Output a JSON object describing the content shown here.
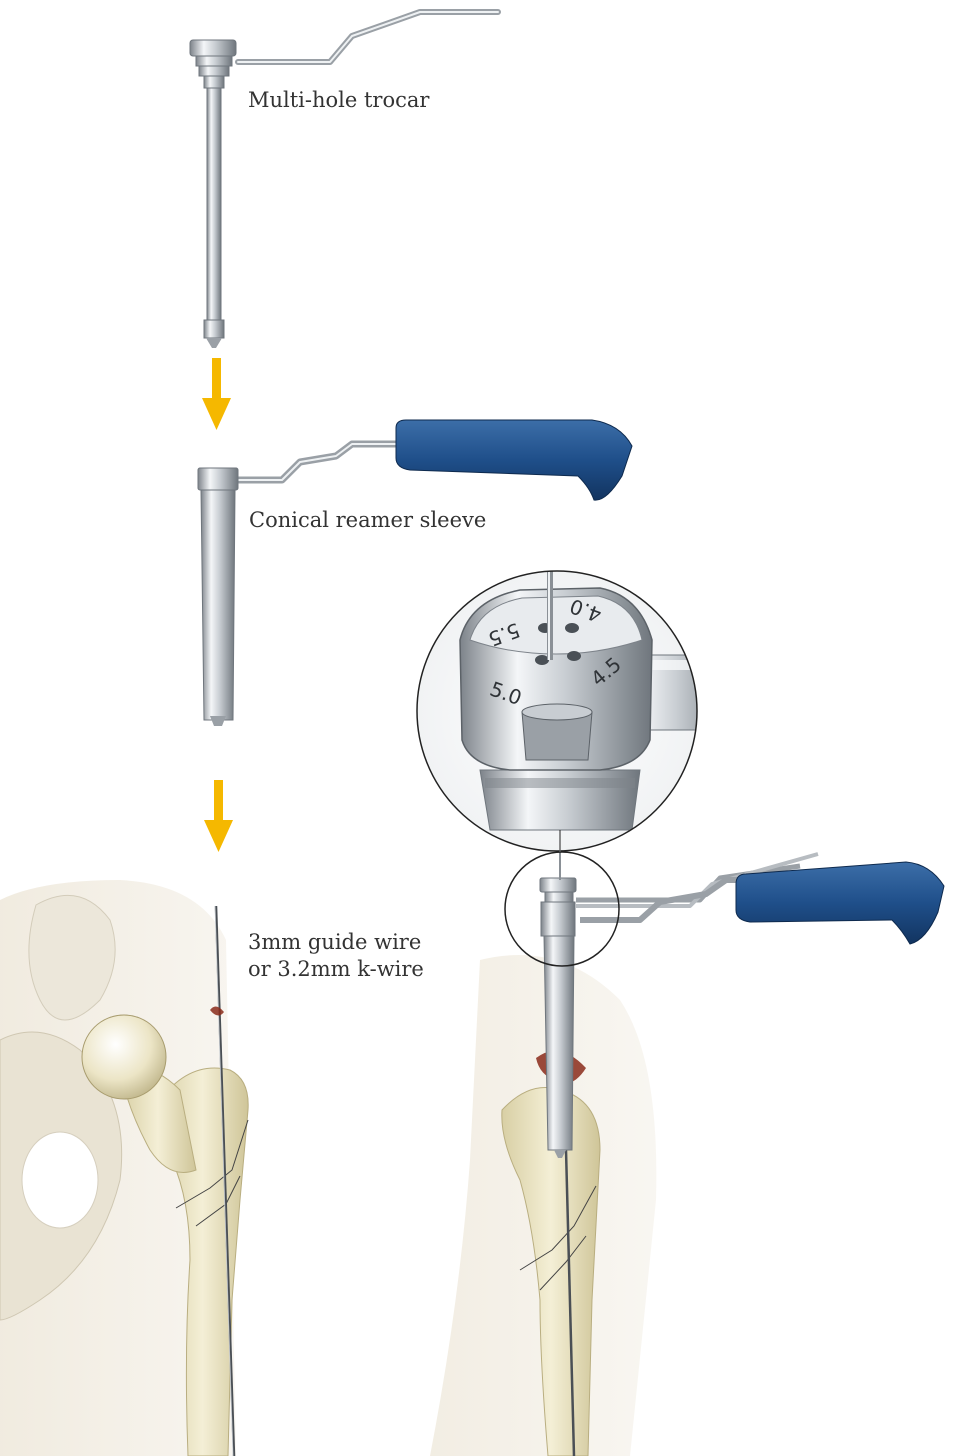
{
  "labels": {
    "trocar": "Multi-hole trocar",
    "sleeve": "Conical reamer sleeve",
    "wire_line1": "3mm guide wire",
    "wire_line2": "or 3.2mm k-wire"
  },
  "detail_markings": {
    "top_left": "5.5",
    "top_right": "4.0",
    "bottom_left": "5.0",
    "bottom_right": "4.5"
  },
  "colors": {
    "arrow": "#F5B800",
    "handle": "#1F4F8A",
    "metal": "#C8CDD2",
    "bone": "#EDE6C4",
    "soft_tissue": "#F1EDE3"
  },
  "icons": {
    "arrow": "arrow-down-icon"
  }
}
